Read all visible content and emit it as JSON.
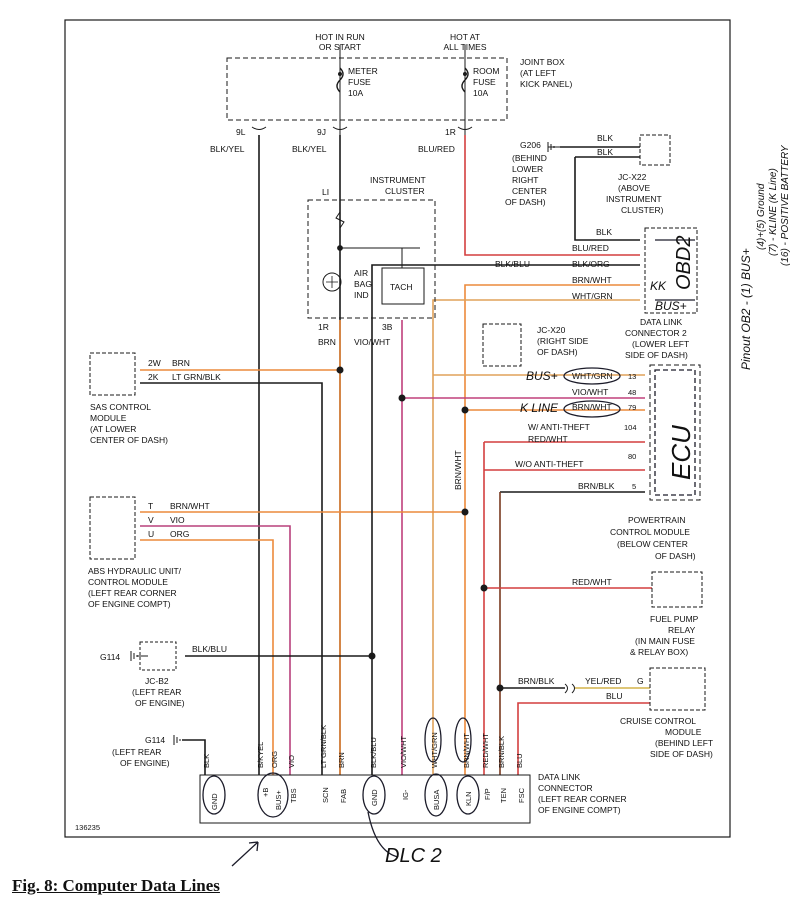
{
  "colors": {
    "black": "#1a1a1a",
    "orange": "#ec8a3c",
    "pink": "#d96a8a",
    "red": "#d43f3f",
    "violet": "#b8407c",
    "green": "#9ab36a",
    "blue": "#3f61b8"
  },
  "figure": {
    "caption": "Fig. 8: Computer Data Lines",
    "id_number": "136235"
  },
  "power": {
    "hot_run_l1": "HOT IN RUN",
    "hot_run_l2": "OR START",
    "hot_all_l1": "HOT AT",
    "hot_all_l2": "ALL TIMES",
    "meter_fuse": [
      "METER",
      "FUSE",
      "10A"
    ],
    "room_fuse": [
      "ROOM",
      "FUSE",
      "10A"
    ],
    "joint_box": [
      "JOINT BOX",
      "(AT LEFT",
      "KICK PANEL)"
    ],
    "pins": {
      "p9l": "9L",
      "p9j": "9J",
      "p1r": "1R"
    },
    "wires": {
      "w1": "BLK/YEL",
      "w2": "BLK/YEL",
      "w3": "BLU/RED"
    }
  },
  "ground_g206": {
    "name": "G206",
    "desc": [
      "(BEHIND",
      "LOWER",
      "RIGHT",
      "CENTER",
      "OF DASH)"
    ],
    "wire_a": "BLK",
    "wire_b": "BLK"
  },
  "jc_x22": {
    "lines": [
      "JC-X22",
      "(ABOVE",
      "INSTRUMENT",
      "CLUSTER)"
    ],
    "wire": "BLK"
  },
  "instrument_cluster": {
    "title": [
      "INSTRUMENT",
      "CLUSTER"
    ],
    "pin_top": "LI",
    "airbag": [
      "AIR",
      "BAG",
      "IND"
    ],
    "tach": "TACH",
    "pin_1r": "1R",
    "pin_3b": "3B",
    "wire_brn": "BRN",
    "wire_vio": "VIO/WHT"
  },
  "dlc2": {
    "wires": [
      "BLU/RED",
      "BLK/ORG",
      "BRN/WHT",
      "WHT/GRN"
    ],
    "blkblu": "BLK/BLU",
    "label": [
      "DATA LINK",
      "CONNECTOR 2",
      "(LOWER LEFT",
      "SIDE OF DASH)"
    ]
  },
  "jc_x20": {
    "lines": [
      "JC-X20",
      "(RIGHT SIDE",
      "OF DASH)"
    ]
  },
  "sas": {
    "pins": [
      {
        "pin": "2W",
        "wire": "BRN"
      },
      {
        "pin": "2K",
        "wire": "LT GRN/BLK"
      }
    ],
    "label": [
      "SAS CONTROL",
      "MODULE",
      "(AT LOWER",
      "CENTER OF DASH)"
    ]
  },
  "pcm": {
    "wire_labels": [
      "WHT/GRN",
      "VIO/WHT",
      "BRN/WHT",
      "W/ ANTI-THEFT",
      "RED/WHT",
      "W/O ANTI-THEFT",
      "BRN/BLK"
    ],
    "pins": [
      "13",
      "48",
      "79",
      "104",
      "80",
      "5"
    ],
    "label": [
      "POWERTRAIN",
      "CONTROL MODULE",
      "(BELOW CENTER",
      "OF DASH)"
    ],
    "vert_wire": "BRN/WHT"
  },
  "abs": {
    "pins": [
      {
        "pin": "T",
        "wire": "BRN/WHT"
      },
      {
        "pin": "V",
        "wire": "VIO"
      },
      {
        "pin": "U",
        "wire": "ORG"
      }
    ],
    "label": [
      "ABS HYDRAULIC UNIT/",
      "CONTROL MODULE",
      "(LEFT REAR CORNER",
      "OF ENGINE COMPT)"
    ]
  },
  "fuel_pump": {
    "wire": "RED/WHT",
    "label": [
      "FUEL PUMP",
      "RELAY",
      "(IN MAIN FUSE",
      "& RELAY BOX)"
    ]
  },
  "g114_mid": {
    "name": "G114",
    "wire": "BLK/BLU",
    "jc": [
      "JC-B2",
      "(LEFT REAR",
      "OF ENGINE)"
    ]
  },
  "cruise": {
    "wire_a": "BRN/BLK",
    "wire_b": "YEL/RED",
    "pin_g": "G",
    "wire_c": "BLU",
    "label": [
      "CRUISE CONTROL",
      "MODULE",
      "(BEHIND LEFT",
      "SIDE OF DASH)"
    ]
  },
  "g114_bot": {
    "name": "G114",
    "desc": [
      "(LEFT REAR",
      "OF ENGINE)"
    ]
  },
  "dlc_bottom": {
    "wires": [
      "BLK",
      "B/KYEL",
      "ORG",
      "VIO",
      "LT GRN/BLK",
      "BRN",
      "BLK/BLU",
      "VIO/WHT",
      "WHT/GRN",
      "BRN/WHT",
      "RED/WHT",
      "BRN/BLK",
      "BLU"
    ],
    "pins": [
      "GND",
      "+B",
      "BUS+",
      "TBS",
      "SCN",
      "FAB",
      "GND",
      "IG-",
      "BUSA",
      "KLN",
      "F/P",
      "TEN",
      "FSC"
    ],
    "label": [
      "DATA LINK",
      "CONNECTOR",
      "(LEFT REAR CORNER",
      "OF ENGINE COMPT)"
    ]
  },
  "handwriting": {
    "obd2": "OBD2",
    "kk": "KK",
    "busplus": "BUS+",
    "busplus_left": "BUS+",
    "kline": "K LINE",
    "ecu": "ECU",
    "dlc2": "DLC 2",
    "side_lines": [
      "Pinout OB2 - (1) BUS+",
      "(4)+(5) Ground",
      "(7) - KLINE (K Line)",
      "(16) - POSITIVE BATTERY"
    ]
  }
}
